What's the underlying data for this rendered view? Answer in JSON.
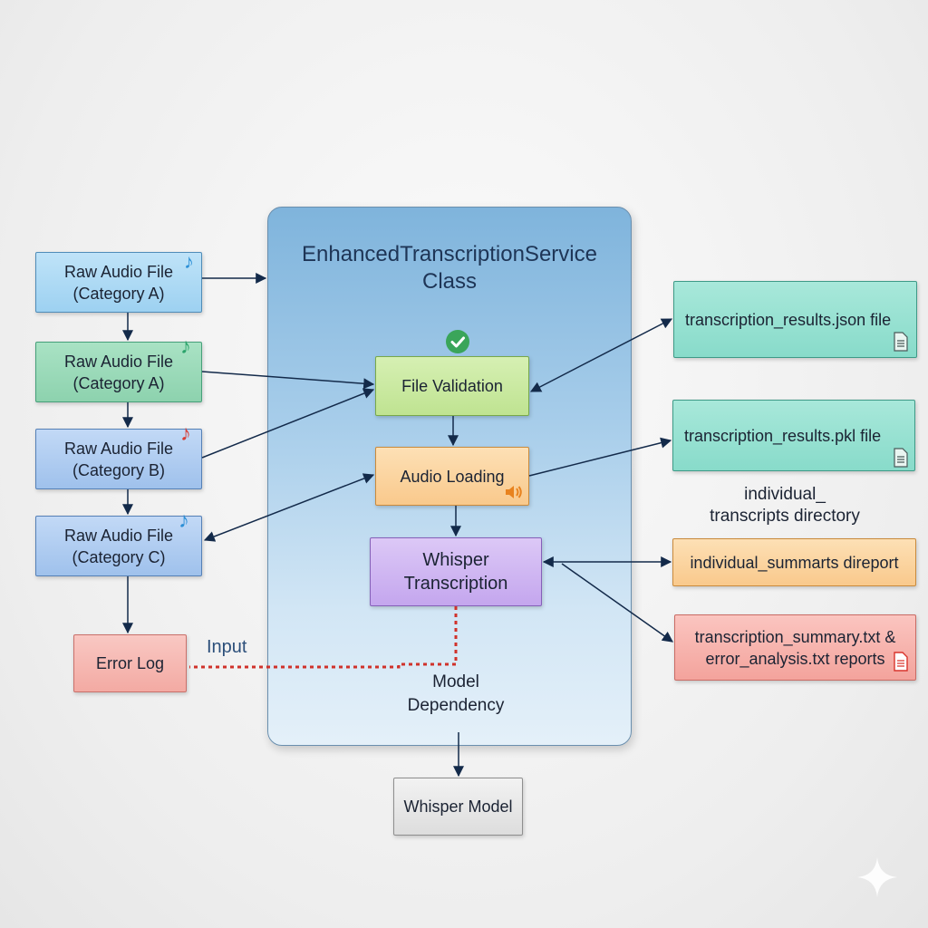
{
  "service": {
    "title": "EnhancedTranscriptionService\nClass"
  },
  "inputs": [
    {
      "label": "Raw Audio File\n(Category A)",
      "note_color": "#2b8fd6"
    },
    {
      "label": "Raw Audio File\n(Category A)",
      "note_color": "#2aa36a"
    },
    {
      "label": "Raw Audio File\n(Category B)",
      "note_color": "#d93b33"
    },
    {
      "label": "Raw Audio File\n(Category C)",
      "note_color": "#2b8fd6"
    }
  ],
  "error_log": {
    "label": "Error Log"
  },
  "input_label": "Input",
  "steps": {
    "validation": "File Validation",
    "loading": "Audio Loading",
    "whisper": "Whisper\nTranscription"
  },
  "model_dependency": "Model\nDependency",
  "whisper_model": "Whisper Model",
  "outputs": {
    "json": "transcription_results.json file",
    "pkl": "transcription_results.pkl file",
    "individual_dir": "individual_\ntranscripts directory",
    "summaries": "individual_summarts direport",
    "reports": "transcription_summary.txt &\nerror_analysis.txt reports"
  },
  "colors": {
    "arrow": "#132a4a",
    "dotted": "#d0322b",
    "check": "#3aa55a",
    "input_text": "#2c4f7a"
  }
}
